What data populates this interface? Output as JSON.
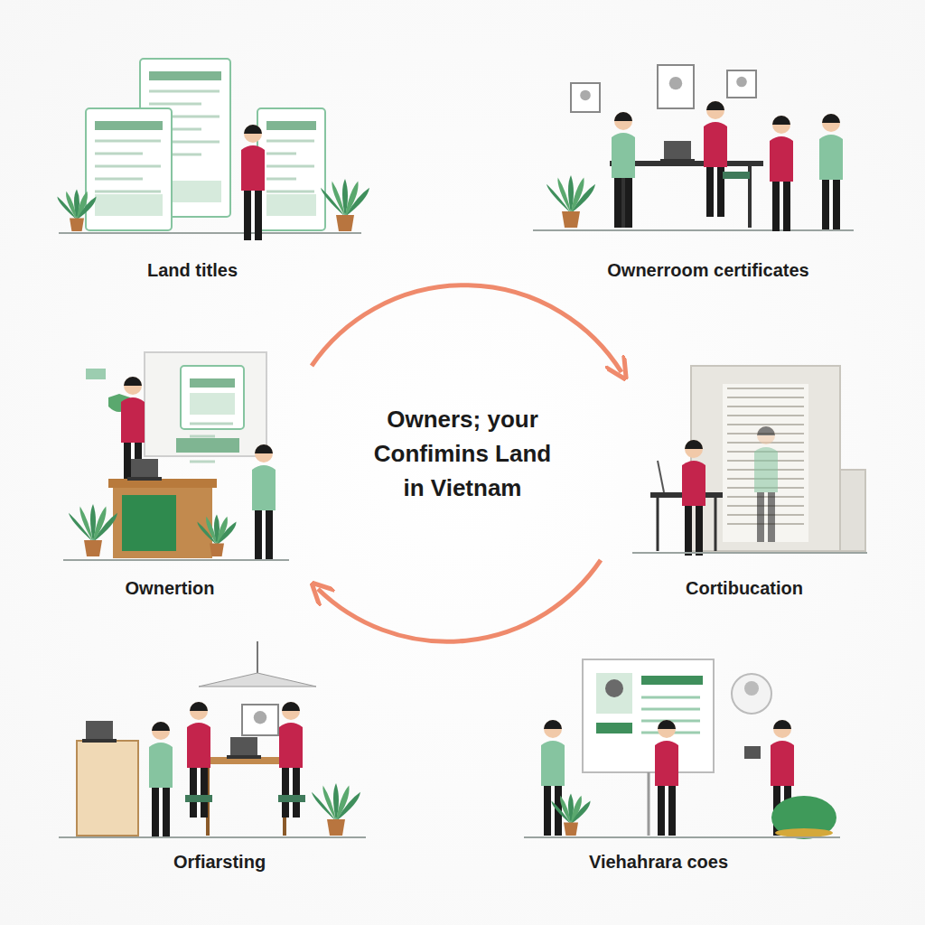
{
  "diagram": {
    "title": "Owners; your Confimins Land in Vietnam",
    "labels": [
      "Land titles",
      "Ownerroom certificates",
      "Ownertion",
      "Cortibucation",
      "Orfiarsting",
      "Viehahrara coes"
    ]
  }
}
